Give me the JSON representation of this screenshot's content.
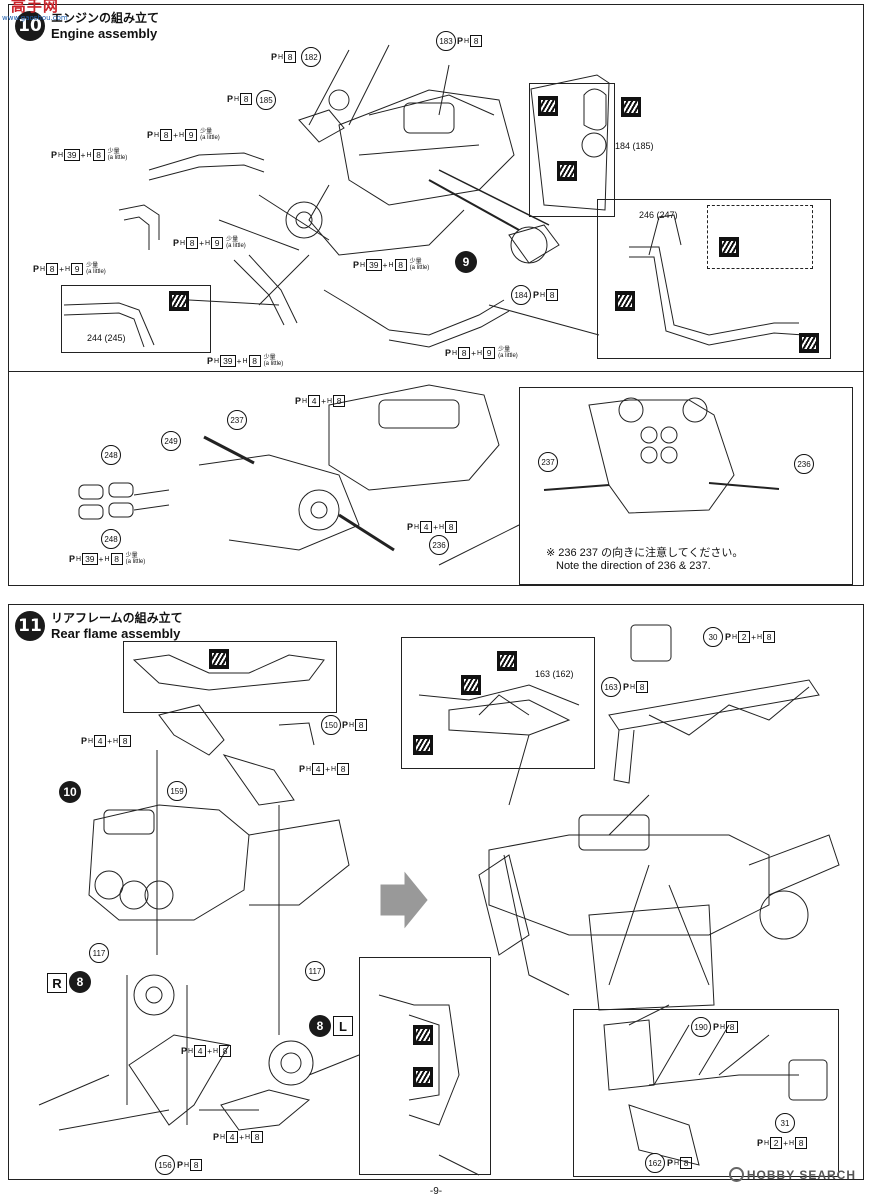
{
  "watermark": {
    "main": "高手网",
    "url": "www.gaoshou.com"
  },
  "step10": {
    "number": "10",
    "title_jp": "エンジンの組み立て",
    "title_en": "Engine assembly",
    "engine_step_ref": "9",
    "callouts": [
      {
        "id": "c182",
        "p": "P",
        "h": "H",
        "a": "8",
        "b": "",
        "part": "182"
      },
      {
        "id": "c183",
        "p": "P",
        "h": "H",
        "a": "8",
        "b": "",
        "part": "183"
      },
      {
        "id": "c185",
        "p": "P",
        "h": "H",
        "a": "8",
        "b": "",
        "part": "185"
      },
      {
        "id": "c8p9a",
        "p": "P",
        "h": "H",
        "a": "8",
        "b": "9"
      },
      {
        "id": "c39p8a",
        "p": "P",
        "h": "H",
        "a": "39",
        "b": "8"
      },
      {
        "id": "c8p9b",
        "p": "P",
        "h": "H",
        "a": "8",
        "b": "9"
      },
      {
        "id": "c8p9c",
        "p": "P",
        "h": "H",
        "a": "8",
        "b": "9"
      },
      {
        "id": "c39p8b",
        "p": "P",
        "h": "H",
        "a": "39",
        "b": "8"
      },
      {
        "id": "c184",
        "p": "P",
        "h": "H",
        "a": "8",
        "b": "",
        "part": "184"
      },
      {
        "id": "c39p8c",
        "p": "P",
        "h": "H",
        "a": "39",
        "b": "8"
      },
      {
        "id": "c8p9d",
        "p": "P",
        "h": "H",
        "a": "8",
        "b": "9"
      },
      {
        "id": "c4p8a",
        "p": "P",
        "h": "H",
        "a": "4",
        "b": "8"
      },
      {
        "id": "c4p8b",
        "p": "P",
        "h": "H",
        "a": "4",
        "b": "8"
      },
      {
        "id": "c39p8d",
        "p": "P",
        "h": "H",
        "a": "39",
        "b": "8"
      }
    ],
    "note_small_jp": "少量",
    "note_small_en": "(a little)",
    "parts": [
      "182",
      "183",
      "185",
      "184",
      "244",
      "245",
      "246",
      "247",
      "237",
      "249",
      "248",
      "236"
    ],
    "paren_184_185": "184 (185)",
    "paren_244_245": "244 (245)",
    "paren_246_247": "246 (247)",
    "direction_note_jp": "※ 236 237 の向きに注意してください。",
    "direction_note_en": "Note the direction of 236 & 237."
  },
  "step11": {
    "number": "11",
    "title_jp": "リアフレームの組み立て",
    "title_en": "Rear flame assembly",
    "engine_step_ref": "10",
    "r_label": "R",
    "r_step": "8",
    "l_label": "L",
    "l_step": "8",
    "callouts": [
      {
        "id": "d4p8a",
        "a": "4",
        "b": "8"
      },
      {
        "id": "d150",
        "a": "8",
        "part": "150"
      },
      {
        "id": "d4p8b",
        "a": "4",
        "b": "8"
      },
      {
        "id": "d30",
        "a": "2",
        "b": "8",
        "part": "30"
      },
      {
        "id": "d163",
        "a": "8",
        "part": "163"
      },
      {
        "id": "d4p8c",
        "a": "4",
        "b": "8"
      },
      {
        "id": "d4p8d",
        "a": "4",
        "b": "8"
      },
      {
        "id": "d156",
        "a": "8",
        "part": "156"
      },
      {
        "id": "d190",
        "a": "8",
        "part": "190"
      },
      {
        "id": "d162",
        "a": "8",
        "part": "162"
      },
      {
        "id": "d31",
        "a": "2",
        "b": "8",
        "part": "31"
      }
    ],
    "parts": [
      "159",
      "117",
      "117",
      "163",
      "162",
      "31"
    ],
    "paren_163_162": "163 (162)"
  },
  "footer": {
    "page": "-9-",
    "logo": "HOBBY SEARCH"
  }
}
